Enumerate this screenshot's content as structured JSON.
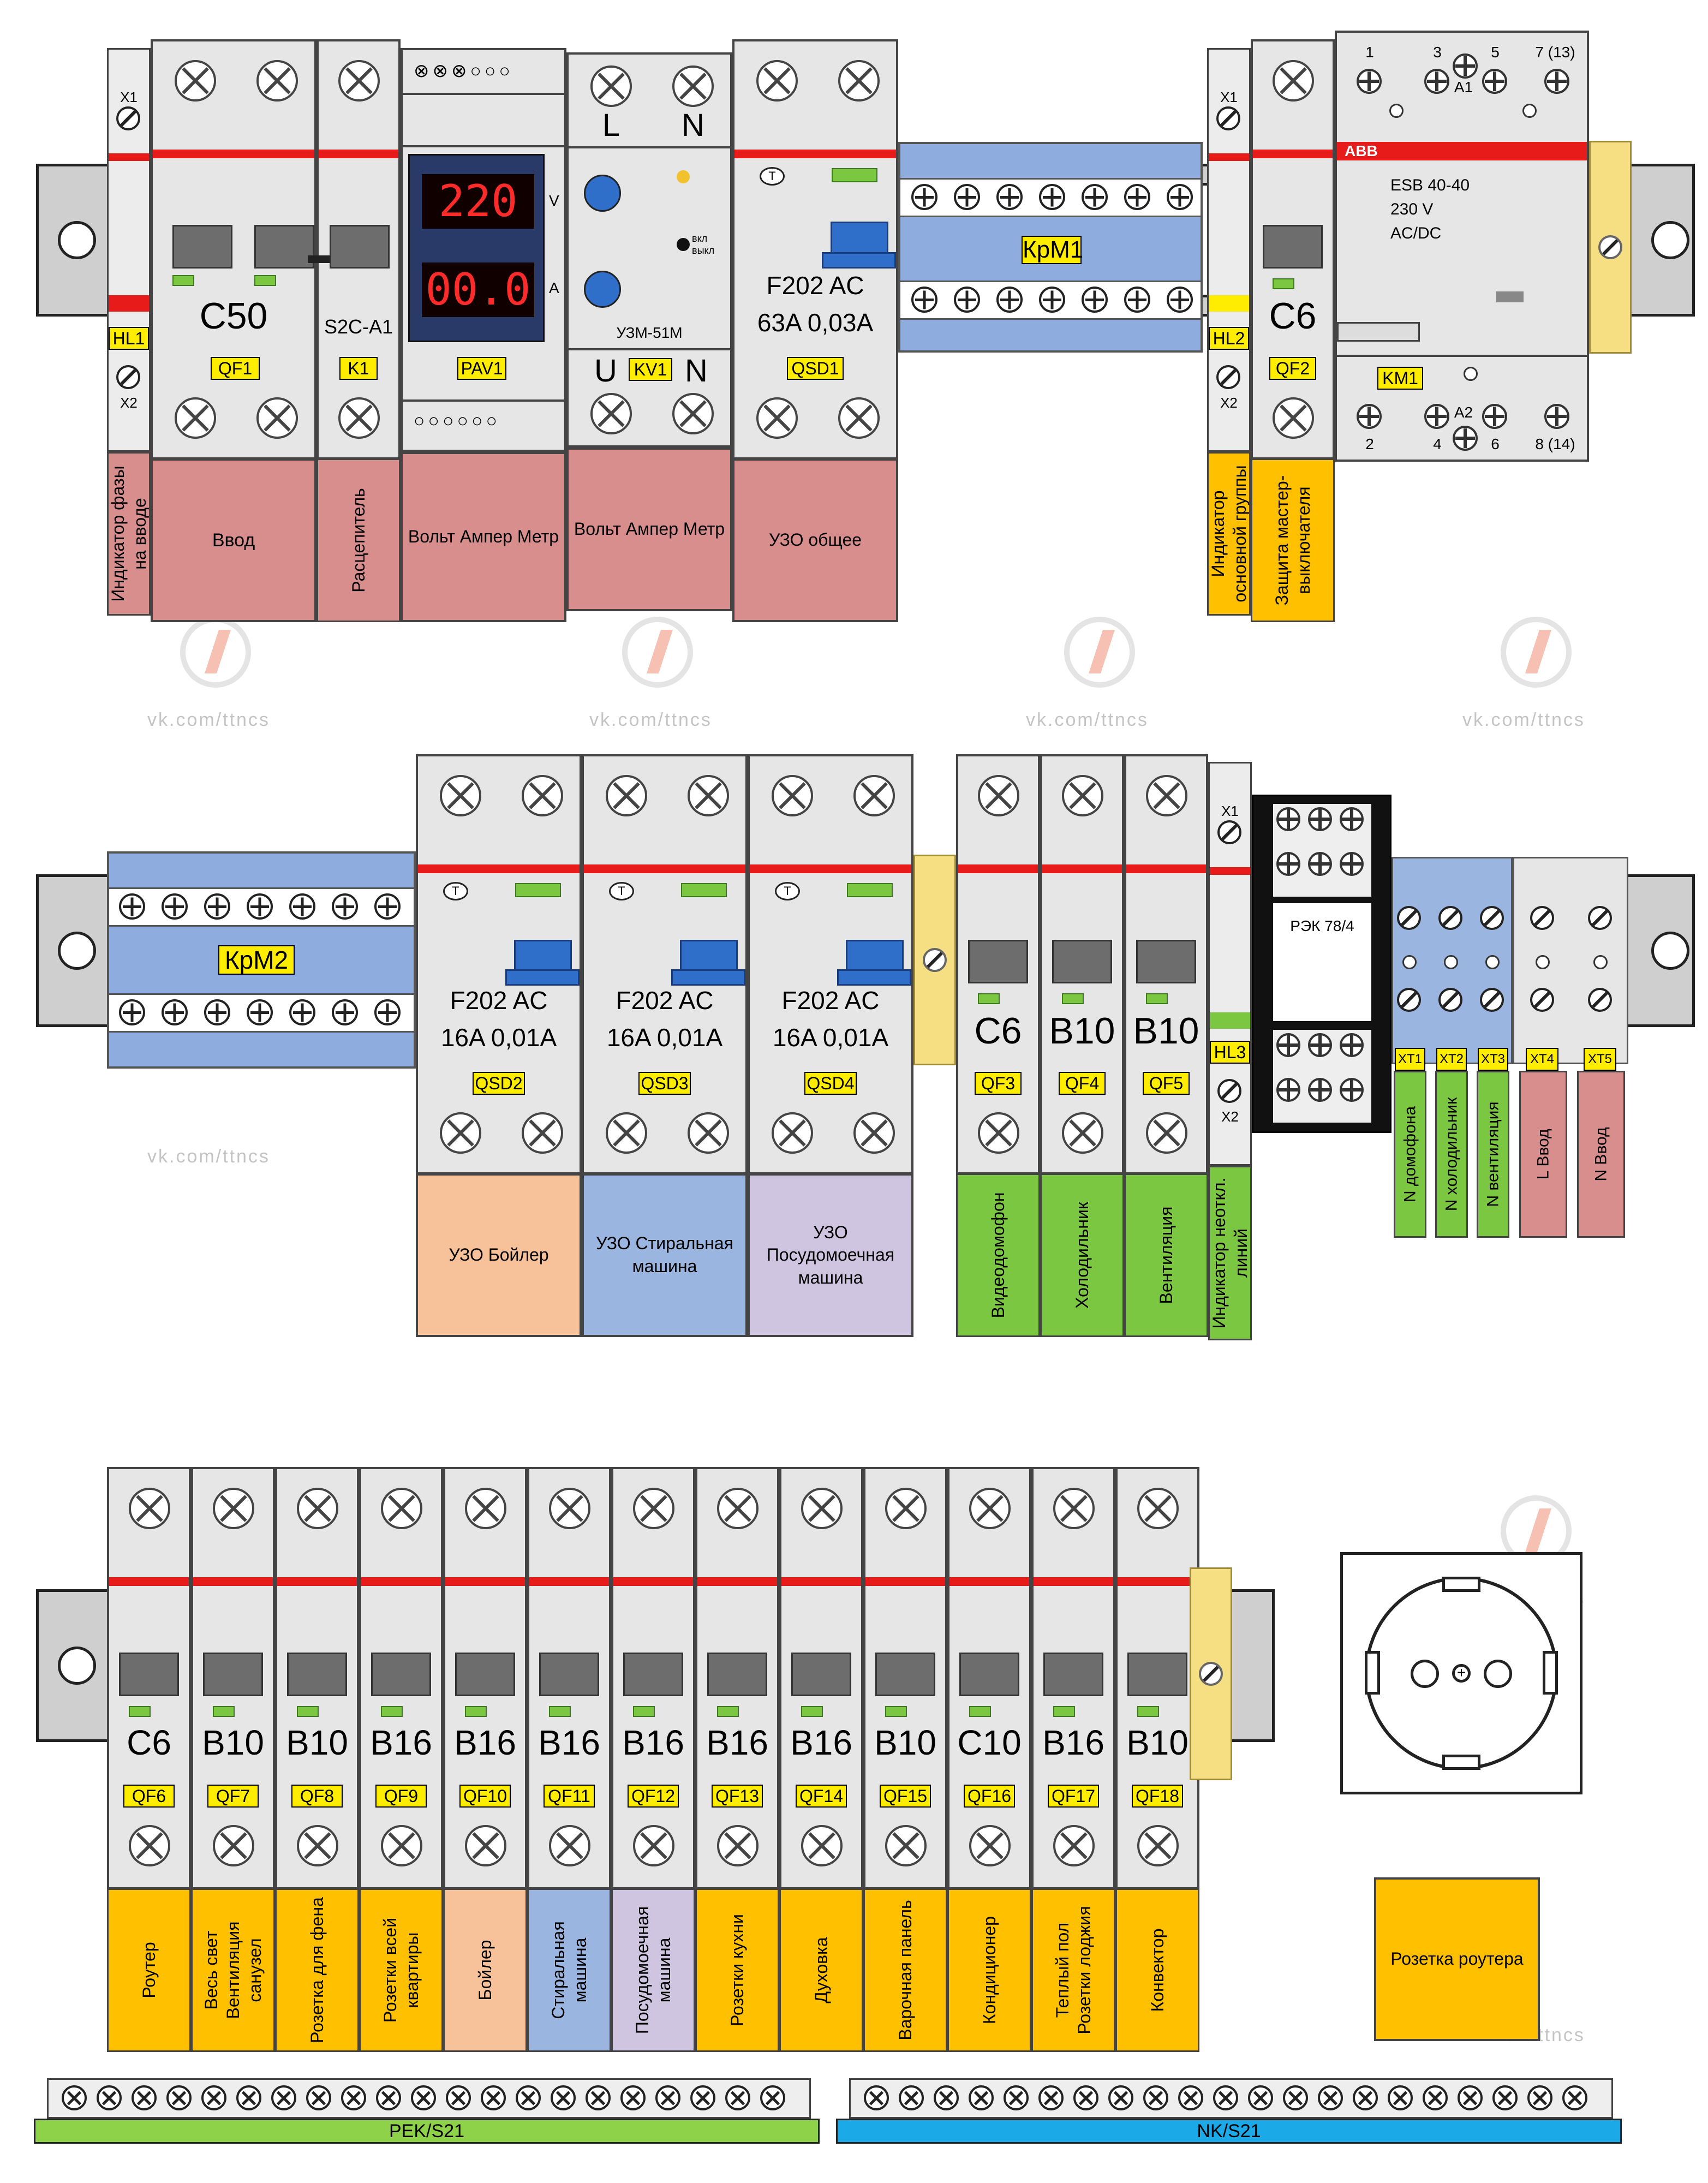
{
  "watermark": "vk.com/ttncs",
  "colors": {
    "red_line": "#e81b1b",
    "label_yellow": "#ffed00",
    "pink": "#d98e8e",
    "orange": "#ffc000",
    "peach": "#f7c29a",
    "blue": "#9ab5df",
    "lavender": "#cfc5e0",
    "green": "#7cc742",
    "busbar_green": "#8ed24a",
    "busbar_blue": "#1ba9e8"
  },
  "row1": {
    "hl1": {
      "tag": "HL1",
      "x1": "X1",
      "x2": "X2",
      "desc": "Индикатор фазы на вводе"
    },
    "qf1": {
      "rating": "C50",
      "tag": "QF1",
      "desc": "Ввод"
    },
    "k1": {
      "rating": "S2C-A1",
      "tag": "K1",
      "desc": "Расцепитель"
    },
    "pav1": {
      "voltage": "220",
      "voltage_unit": "V",
      "current": "00.0",
      "current_unit": "A",
      "tag": "PAV1",
      "desc": "Вольт Ампер Метр"
    },
    "kv1": {
      "top_l": "L",
      "top_n": "N",
      "bot_u": "U",
      "bot_n": "N",
      "on": "вкл",
      "off": "выкл",
      "model": "УЗМ-51М",
      "tag": "KV1",
      "desc": "Вольт Ампер Метр"
    },
    "qsd1": {
      "test": "T",
      "model": "F202 AC",
      "rating": "63A 0,03A",
      "tag": "QSD1",
      "desc": "УЗО общее"
    },
    "krm1": {
      "tag": "КрМ1"
    },
    "hl2": {
      "tag": "HL2",
      "x1": "X1",
      "x2": "X2",
      "desc": "Индикатор основной группы"
    },
    "qf2": {
      "rating": "C6",
      "tag": "QF2",
      "desc": "Защита мастер-выключателя"
    },
    "km1": {
      "brand": "ABB",
      "model": "ESB 40-40",
      "voltage": "230 V",
      "type": "AC/DC",
      "tag": "KM1",
      "t1": "1",
      "t3": "3",
      "t5": "5",
      "t7": "7 (13)",
      "a1": "A1",
      "t2": "2",
      "t4": "4",
      "t6": "6",
      "t8": "8 (14)",
      "a2": "A2"
    }
  },
  "row2": {
    "krm2": {
      "tag": "КрМ2"
    },
    "qsd2": {
      "test": "T",
      "model": "F202 AC",
      "rating": "16A 0,01A",
      "tag": "QSD2",
      "desc": "УЗО Бойлер"
    },
    "qsd3": {
      "test": "T",
      "model": "F202 AC",
      "rating": "16A 0,01A",
      "tag": "QSD3",
      "desc": "УЗО Стиральная машина"
    },
    "qsd4": {
      "test": "T",
      "model": "F202 AC",
      "rating": "16A 0,01A",
      "tag": "QSD4",
      "desc": "УЗО Посудомоечная машина"
    },
    "qf3": {
      "rating": "C6",
      "tag": "QF3",
      "desc": "Видеодомофон"
    },
    "qf4": {
      "rating": "B10",
      "tag": "QF4",
      "desc": "Холодильник"
    },
    "qf5": {
      "rating": "B10",
      "tag": "QF5",
      "desc": "Вентиляция"
    },
    "hl3": {
      "tag": "HL3",
      "x1": "X1",
      "x2": "X2",
      "desc": "Индикатор неоткл. линий"
    },
    "rek": {
      "model": "РЭК 78/4"
    },
    "terminals": [
      {
        "tag": "XT1",
        "desc": "N домофона"
      },
      {
        "tag": "XT2",
        "desc": "N холодильник"
      },
      {
        "tag": "XT3",
        "desc": "N вентиляция"
      },
      {
        "tag": "XT4",
        "desc": "L Ввод"
      },
      {
        "tag": "XT5",
        "desc": "N Ввод"
      }
    ]
  },
  "row3": {
    "breakers": [
      {
        "rating": "C6",
        "tag": "QF6",
        "desc": "Роутер"
      },
      {
        "rating": "B10",
        "tag": "QF7",
        "desc": "Весь свет Вентиляция санузел"
      },
      {
        "rating": "B10",
        "tag": "QF8",
        "desc": "Розетка для фена"
      },
      {
        "rating": "B16",
        "tag": "QF9",
        "desc": "Розетки всей квартиры"
      },
      {
        "rating": "B16",
        "tag": "QF10",
        "desc": "Бойлер"
      },
      {
        "rating": "B16",
        "tag": "QF11",
        "desc": "Стиральная машина"
      },
      {
        "rating": "B16",
        "tag": "QF12",
        "desc": "Посудомоечная машина"
      },
      {
        "rating": "B16",
        "tag": "QF13",
        "desc": "Розетки кухни"
      },
      {
        "rating": "B16",
        "tag": "QF14",
        "desc": "Духовка"
      },
      {
        "rating": "B10",
        "tag": "QF15",
        "desc": "Варочная панель"
      },
      {
        "rating": "C10",
        "tag": "QF16",
        "desc": "Кондиционер"
      },
      {
        "rating": "B16",
        "tag": "QF17",
        "desc": "Теплый пол Розетки лоджия"
      },
      {
        "rating": "B10",
        "tag": "QF18",
        "desc": "Конвектор"
      }
    ],
    "socket_desc": "Розетка роутера",
    "bus_pe": "PEK/S21",
    "bus_n": "NK/S21"
  }
}
